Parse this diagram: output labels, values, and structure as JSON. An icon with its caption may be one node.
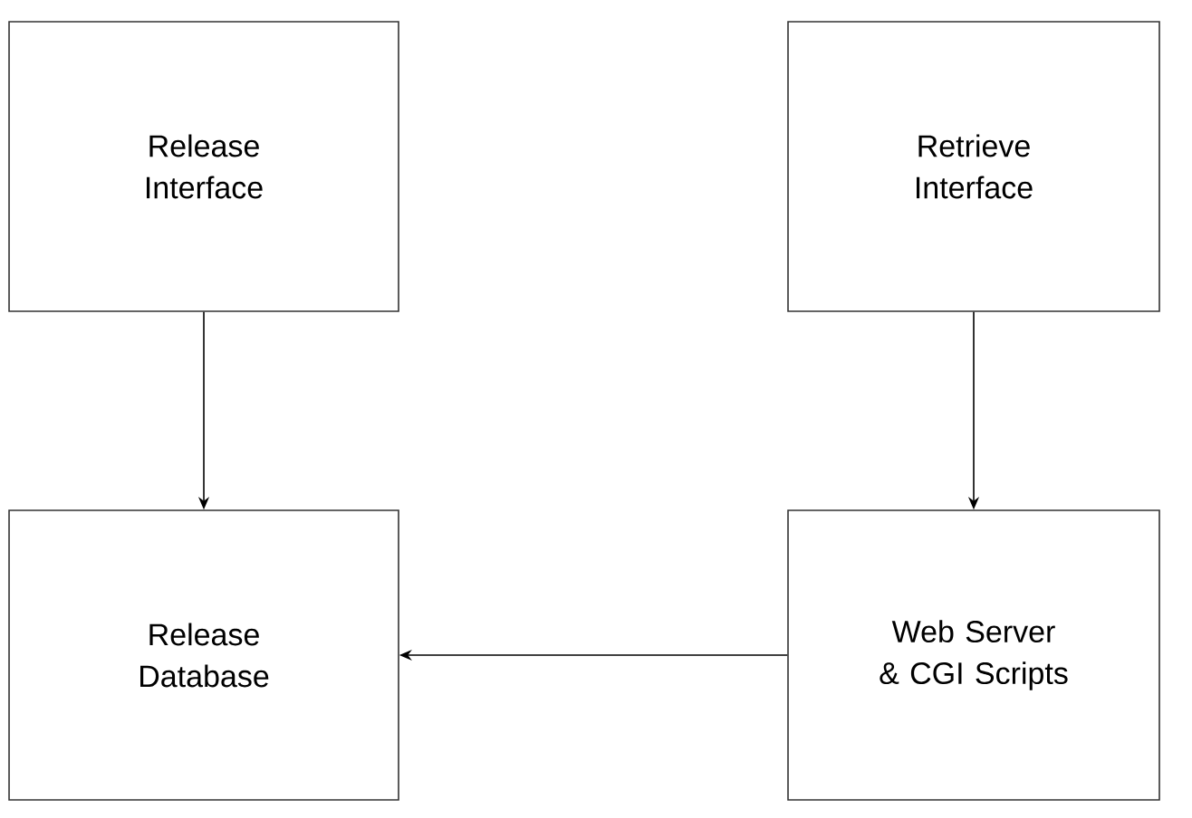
{
  "diagram": {
    "nodes": [
      {
        "text": [
          "Release Interface"
        ]
      },
      {
        "text": [
          "Retrieve Interface"
        ]
      },
      {
        "text": [
          "Release Database"
        ]
      },
      {
        "text": [
          "Web Server & CGI Scripts"
        ]
      }
    ],
    "edges": [
      {
        "from": 0,
        "to": 2,
        "arrow": "to"
      },
      {
        "from": 1,
        "to": 3,
        "arrow": "to"
      },
      {
        "from": 3,
        "to": 2,
        "arrow": "to"
      }
    ]
  }
}
